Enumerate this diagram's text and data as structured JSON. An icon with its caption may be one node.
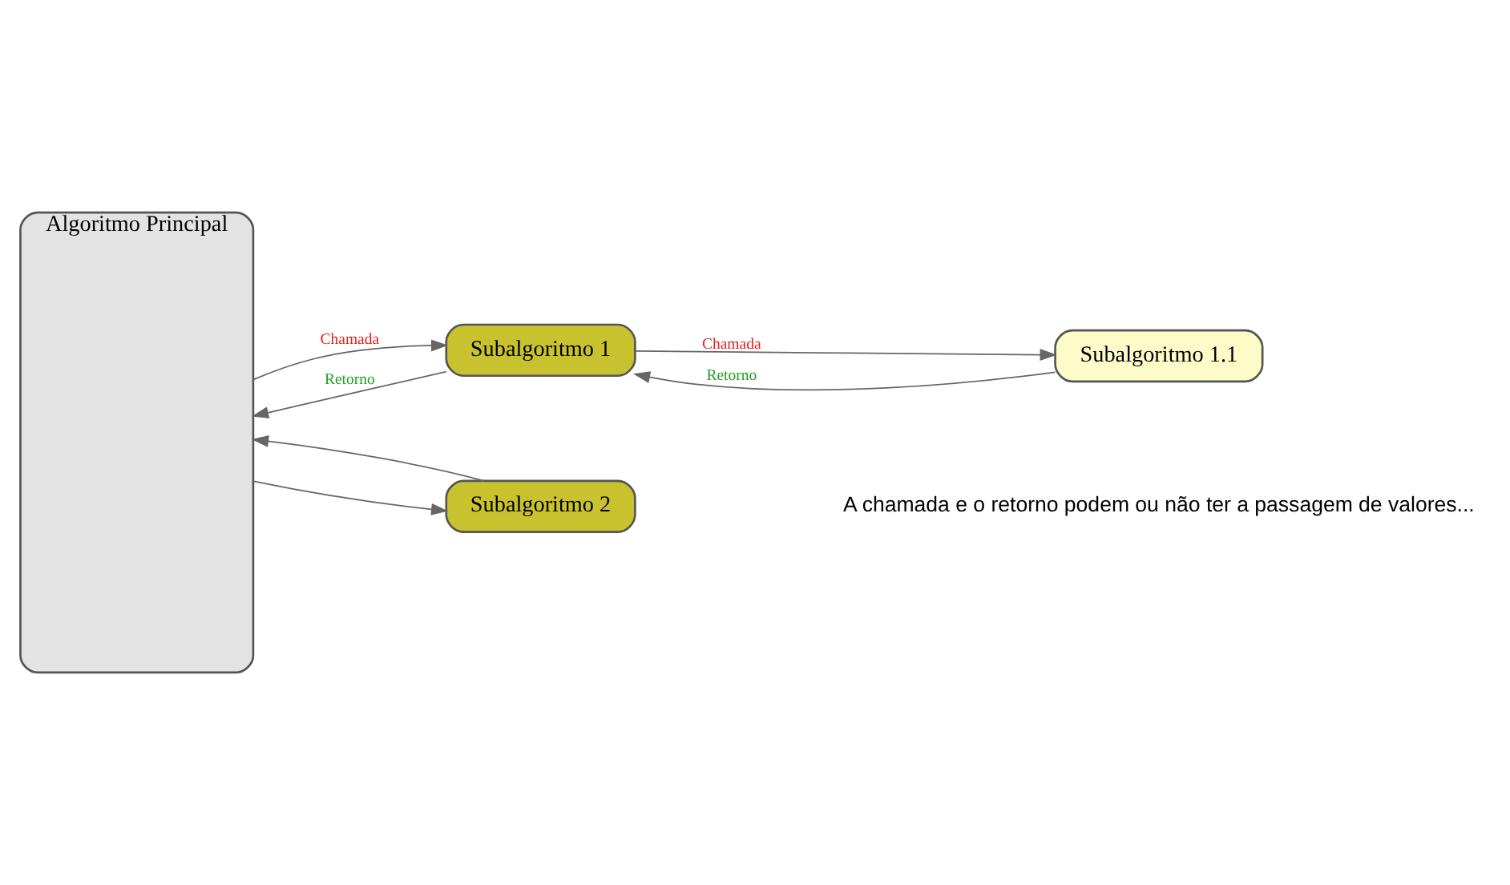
{
  "diagram": {
    "nodes": [
      {
        "text": [
          "Algoritmo Principal"
        ]
      },
      {
        "text": [
          "Subalgoritmo 1"
        ]
      },
      {
        "text": [
          "Subalgoritmo 1.1"
        ]
      },
      {
        "text": [
          "Subalgoritmo 2"
        ]
      }
    ],
    "edges": [
      {
        "from": 0,
        "to": 1,
        "arrow": "to",
        "label": "Chamada"
      },
      {
        "from": 1,
        "to": 0,
        "arrow": "to",
        "label": "Retorno"
      },
      {
        "from": 1,
        "to": 2,
        "arrow": "to",
        "label": "Chamada"
      },
      {
        "from": 2,
        "to": 1,
        "arrow": "to",
        "label": "Retorno"
      },
      {
        "from": 0,
        "to": 3,
        "arrow": "to"
      },
      {
        "from": 3,
        "to": 0,
        "arrow": "to"
      }
    ],
    "labels": [
      "A chamada e o retorno podem ou não ter a passagem de valores..."
    ]
  }
}
